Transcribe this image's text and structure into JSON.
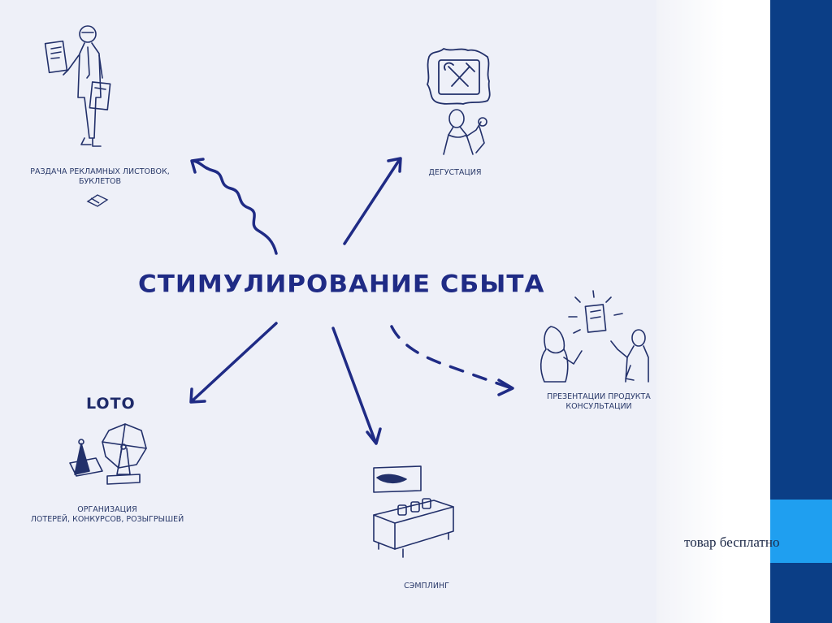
{
  "slide": {
    "title": "СТИМУЛИРОВАНИЕ СБЫТА",
    "caption": "товар бесплатно"
  },
  "nodes": [
    {
      "id": "leaflets",
      "label": "РАЗДАЧА РЕКЛАМНЫХ ЛИСТОВОК,\nБУКЛЕТОВ"
    },
    {
      "id": "tasting",
      "label": "ДЕГУСТАЦИЯ"
    },
    {
      "id": "presentations",
      "label": "ПРЕЗЕНТАЦИИ ПРОДУКТА\nКОНСУЛЬТАЦИИ"
    },
    {
      "id": "sampling",
      "label": "СЭМПЛИНГ"
    },
    {
      "id": "lotteries",
      "label": "ОРГАНИЗАЦИЯ\nЛОТЕРЕЙ, КОНКУРСОВ, РОЗЫГРЫШЕЙ",
      "sign": "LOTO"
    }
  ],
  "colors": {
    "arrow": "#1f2b85",
    "ink": "#2a3a6a",
    "panel": "#eef0f8",
    "accent_dark": "#0b3e86",
    "accent_light": "#1f9ff0"
  },
  "icons": [
    "person-with-leaflets-icon",
    "framed-cutlery-icon",
    "taster-icon",
    "presenter-icon",
    "tasting-table-icon",
    "lottery-drum-icon"
  ]
}
